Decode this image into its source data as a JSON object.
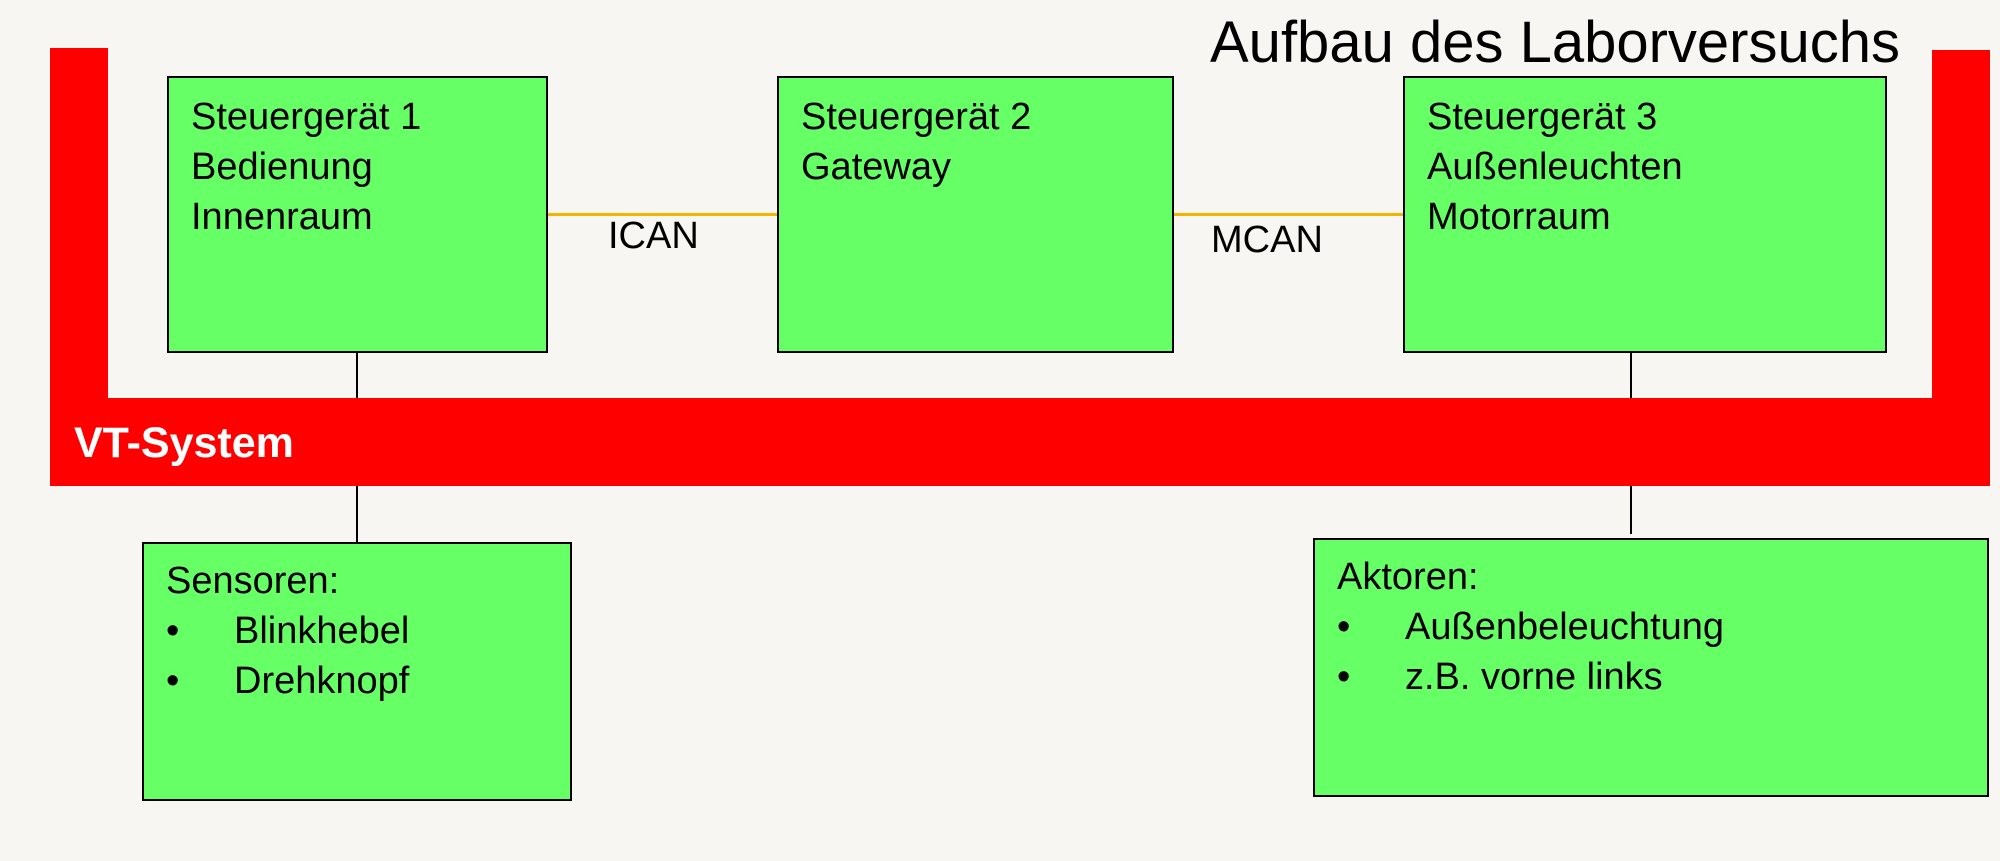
{
  "title": "Aufbau des Laborversuchs",
  "colors": {
    "background": "#f7f6f2",
    "vt_system": "#ff0000",
    "box_fill": "#66ff66",
    "bus_line": "#f5b400"
  },
  "vt_system": {
    "label": "VT-System"
  },
  "ecus": [
    {
      "lines": [
        "Steuergerät 1",
        "Bedienung",
        "Innenraum"
      ]
    },
    {
      "lines": [
        "Steuergerät 2",
        "Gateway"
      ]
    },
    {
      "lines": [
        "Steuergerät 3",
        "Außenleuchten",
        "Motorraum"
      ]
    }
  ],
  "buses": {
    "ican": "ICAN",
    "mcan": "MCAN"
  },
  "sensors": {
    "heading": "Sensoren:",
    "bullet": "•",
    "items": [
      "Blinkhebel",
      "Drehknopf"
    ]
  },
  "actuators": {
    "heading": "Aktoren:",
    "bullet": "•",
    "items": [
      "Außenbeleuchtung",
      "z.B. vorne links"
    ]
  }
}
